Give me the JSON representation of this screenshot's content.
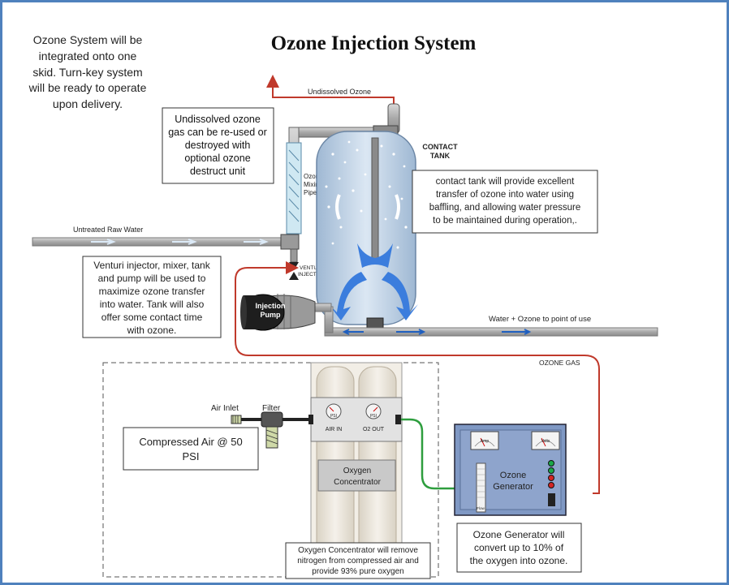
{
  "title": "Ozone Injection System",
  "notes": {
    "skid": [
      "Ozone System will be",
      "integrated onto one",
      "skid.  Turn-key system",
      "will be ready to operate",
      "upon delivery."
    ],
    "undissolved": [
      "Undissolved ozone",
      "gas can be re-used or",
      "destroyed with",
      "optional ozone",
      "destruct unit"
    ],
    "contact_tank_note": [
      "contact tank will provide excellent",
      "transfer of ozone into water using",
      "baffling, and allowing water pressure",
      "to be maintained during operation,."
    ],
    "venturi_note": [
      "Venturi injector, mixer, tank",
      "and pump will be used to",
      "maximize ozone transfer",
      "into water.  Tank will also",
      "offer some contact time",
      "with ozone."
    ],
    "compressed_air": [
      "Compressed Air @ 50",
      "PSI"
    ],
    "concentrator_note": [
      "Oxygen Concentrator will remove",
      "nitrogen from compressed air and",
      "provide 93% pure oxygen"
    ],
    "generator_note": [
      "Ozone Generator will",
      "convert up to 10% of",
      "the oxygen into ozone."
    ]
  },
  "labels": {
    "undissolved_ozone": "Undissolved Ozone",
    "contact_tank": [
      "CONTACT",
      "TANK"
    ],
    "mixing_pipe": [
      "Ozone",
      "Mixing",
      "Pipe"
    ],
    "raw_water": "Untreated Raw Water",
    "venturi": [
      "VENTURI",
      "INJECTOR"
    ],
    "injection_pump": [
      "Injection",
      "Pump"
    ],
    "water_out": "Water + Ozone to point of use",
    "ozone_gas": "OZONE GAS",
    "air_inlet": "Air Inlet",
    "filter": "Filter",
    "psi": "PSI",
    "air_in": "AIR IN",
    "o2_out": "O2 OUT",
    "concentrator": [
      "Oxygen",
      "Concentrator"
    ],
    "generator": [
      "Ozone",
      "Generator"
    ],
    "amp": "Amp",
    "volts": "Volts",
    "flow": "Flow"
  },
  "colors": {
    "frame": "#4f81bd",
    "pipe": "#b7b7b7",
    "tank": "#c9d9ea",
    "flow_arrow": "#3b7ddd",
    "ozone_line": "#c0392b",
    "oxygen_line": "#2e9e3e",
    "generator_panel": "#7f98c4",
    "concentrator": "#e8e2d6"
  }
}
